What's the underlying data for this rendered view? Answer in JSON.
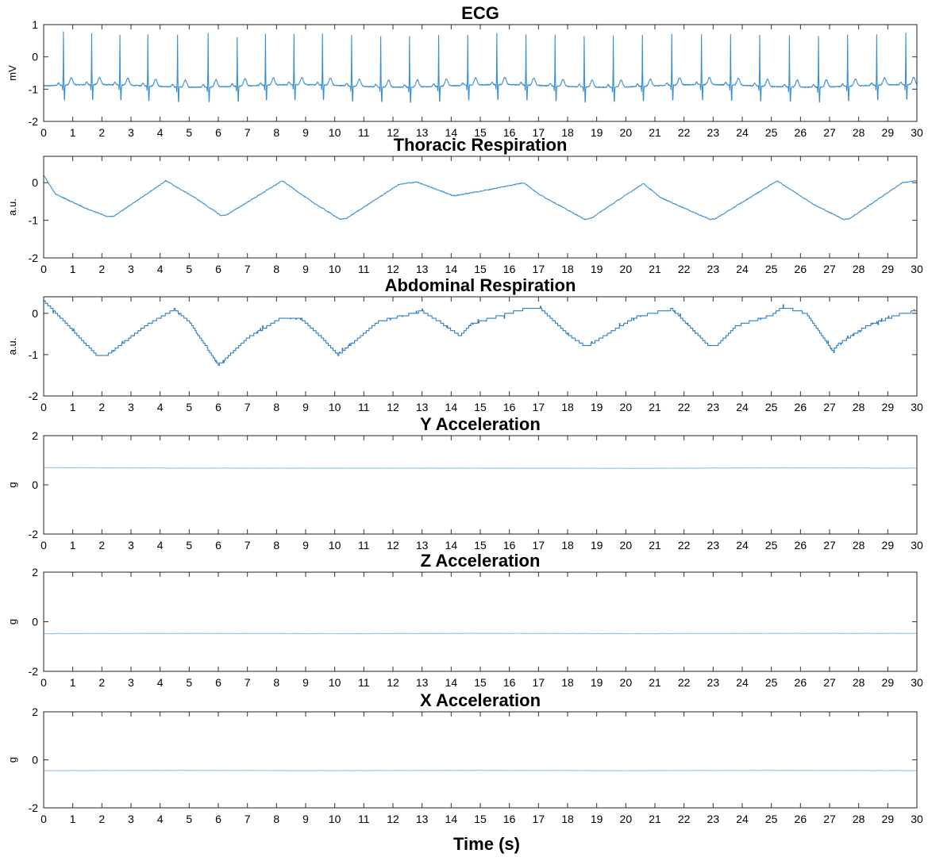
{
  "figure": {
    "xaxis_title": "Time (s)"
  },
  "chart_data": [
    {
      "type": "line",
      "title": "ECG",
      "xlabel": "",
      "ylabel": "mV",
      "xlim": [
        0,
        30
      ],
      "ylim": [
        -2,
        1
      ],
      "x_ticks": [
        0,
        1,
        2,
        3,
        4,
        5,
        6,
        7,
        8,
        9,
        10,
        11,
        12,
        13,
        14,
        15,
        16,
        17,
        18,
        19,
        20,
        21,
        22,
        23,
        24,
        25,
        26,
        27,
        28,
        29,
        30
      ],
      "y_ticks": [
        -2,
        -1,
        0,
        1
      ],
      "grid": false,
      "color": "#3a8fd0",
      "series": [
        {
          "signal": "ecg",
          "baseline": -0.9,
          "r_peak_times": [
            0.68,
            1.65,
            2.62,
            3.58,
            4.6,
            5.65,
            6.65,
            7.62,
            8.6,
            9.58,
            10.58,
            11.58,
            12.57,
            13.57,
            14.57,
            15.57,
            16.57,
            17.57,
            18.57,
            19.57,
            20.57,
            21.58,
            22.6,
            23.6,
            24.6,
            25.62,
            26.62,
            27.62,
            28.62,
            29.62
          ],
          "r_peak_values": [
            0.75,
            0.68,
            0.66,
            0.7,
            0.72,
            0.78,
            0.6,
            0.68,
            0.65,
            0.68,
            0.66,
            0.68,
            0.66,
            0.68,
            0.66,
            0.68,
            0.67,
            0.69,
            0.66,
            0.68,
            0.68,
            0.68,
            0.67,
            0.67,
            0.68,
            0.68,
            0.68,
            0.69,
            0.68,
            0.7
          ],
          "s_trough_value": -1.5
        }
      ]
    },
    {
      "type": "line",
      "title": "Thoracic Respiration",
      "xlabel": "",
      "ylabel": "a.u.",
      "xlim": [
        0,
        30
      ],
      "ylim": [
        -2,
        0.7
      ],
      "x_ticks": [
        0,
        1,
        2,
        3,
        4,
        5,
        6,
        7,
        8,
        9,
        10,
        11,
        12,
        13,
        14,
        15,
        16,
        17,
        18,
        19,
        20,
        21,
        22,
        23,
        24,
        25,
        26,
        27,
        28,
        29,
        30
      ],
      "y_ticks": [
        -2,
        -1,
        0
      ],
      "grid": false,
      "color": "#3a8fd0",
      "series": [
        {
          "signal": "respiration",
          "x": [
            0,
            0.4,
            1.5,
            2.2,
            2.4,
            4.2,
            5.2,
            6.1,
            6.3,
            8.2,
            9.2,
            10.2,
            10.4,
            12.2,
            12.8,
            14.1,
            15.2,
            16.5,
            17.0,
            18.6,
            18.8,
            20.6,
            21.2,
            22.9,
            23.1,
            25.2,
            25.5,
            26.5,
            27.5,
            27.7,
            29.5,
            30
          ],
          "y": [
            0.2,
            -0.3,
            -0.7,
            -0.9,
            -0.9,
            0.05,
            -0.4,
            -0.88,
            -0.85,
            0.05,
            -0.5,
            -0.98,
            -0.95,
            -0.05,
            0.02,
            -0.35,
            -0.2,
            0.0,
            -0.3,
            -0.98,
            -0.95,
            -0.02,
            -0.4,
            -0.98,
            -0.95,
            0.05,
            -0.1,
            -0.6,
            -0.98,
            -0.95,
            0.0,
            0.05
          ]
        }
      ]
    },
    {
      "type": "line",
      "title": "Abdominal Respiration",
      "xlabel": "",
      "ylabel": "a.u.",
      "xlim": [
        0,
        30
      ],
      "ylim": [
        -2,
        0.4
      ],
      "x_ticks": [
        0,
        1,
        2,
        3,
        4,
        5,
        6,
        7,
        8,
        9,
        10,
        11,
        12,
        13,
        14,
        15,
        16,
        17,
        18,
        19,
        20,
        21,
        22,
        23,
        24,
        25,
        26,
        27,
        28,
        29,
        30
      ],
      "y_ticks": [
        -2,
        -1,
        0
      ],
      "grid": false,
      "color": "#2e7fc4",
      "series": [
        {
          "signal": "respiration_stepped",
          "step": 0.06,
          "x": [
            0,
            0.3,
            1.8,
            2.2,
            3.5,
            4.5,
            5.0,
            6.0,
            6.1,
            7.0,
            8.2,
            8.8,
            9.5,
            10.1,
            10.3,
            11.5,
            13.0,
            13.6,
            14.3,
            14.7,
            16.5,
            17.1,
            18.0,
            18.6,
            18.8,
            20.3,
            21.2,
            21.6,
            22.8,
            23.1,
            23.8,
            25.0,
            25.4,
            26.2,
            27.1,
            27.3,
            28.3,
            29.5,
            30
          ],
          "y": [
            0.3,
            0.1,
            -1.0,
            -1.0,
            -0.3,
            0.1,
            -0.2,
            -1.25,
            -1.2,
            -0.6,
            -0.1,
            -0.1,
            -0.55,
            -1.0,
            -0.9,
            -0.2,
            0.05,
            -0.2,
            -0.55,
            -0.25,
            0.1,
            0.1,
            -0.5,
            -0.8,
            -0.75,
            -0.1,
            0.05,
            0.1,
            -0.75,
            -0.8,
            -0.3,
            -0.05,
            0.15,
            0.0,
            -0.9,
            -0.75,
            -0.3,
            0.0,
            0.05
          ]
        }
      ]
    },
    {
      "type": "line",
      "title": "Y Acceleration",
      "xlabel": "",
      "ylabel": "g",
      "xlim": [
        0,
        30
      ],
      "ylim": [
        -2,
        2
      ],
      "x_ticks": [
        0,
        1,
        2,
        3,
        4,
        5,
        6,
        7,
        8,
        9,
        10,
        11,
        12,
        13,
        14,
        15,
        16,
        17,
        18,
        19,
        20,
        21,
        22,
        23,
        24,
        25,
        26,
        27,
        28,
        29,
        30
      ],
      "y_ticks": [
        -2,
        0,
        2
      ],
      "grid": false,
      "color": "#8fc3e8",
      "series": [
        {
          "signal": "flat",
          "x": [
            0,
            5,
            10,
            15,
            20,
            25,
            30
          ],
          "y": [
            0.7,
            0.68,
            0.68,
            0.68,
            0.67,
            0.69,
            0.68
          ]
        }
      ]
    },
    {
      "type": "line",
      "title": "Z Acceleration",
      "xlabel": "",
      "ylabel": "g",
      "xlim": [
        0,
        30
      ],
      "ylim": [
        -2,
        2
      ],
      "x_ticks": [
        0,
        1,
        2,
        3,
        4,
        5,
        6,
        7,
        8,
        9,
        10,
        11,
        12,
        13,
        14,
        15,
        16,
        17,
        18,
        19,
        20,
        21,
        22,
        23,
        24,
        25,
        26,
        27,
        28,
        29,
        30
      ],
      "y_ticks": [
        -2,
        0,
        2
      ],
      "grid": false,
      "color": "#8fc3e8",
      "series": [
        {
          "signal": "flat",
          "x": [
            0,
            5,
            10,
            15,
            20,
            25,
            30
          ],
          "y": [
            -0.48,
            -0.47,
            -0.48,
            -0.47,
            -0.48,
            -0.47,
            -0.47
          ]
        }
      ]
    },
    {
      "type": "line",
      "title": "X Acceleration",
      "xlabel": "",
      "ylabel": "g",
      "xlim": [
        0,
        30
      ],
      "ylim": [
        -2,
        2
      ],
      "x_ticks": [
        0,
        1,
        2,
        3,
        4,
        5,
        6,
        7,
        8,
        9,
        10,
        11,
        12,
        13,
        14,
        15,
        16,
        17,
        18,
        19,
        20,
        21,
        22,
        23,
        24,
        25,
        26,
        27,
        28,
        29,
        30
      ],
      "y_ticks": [
        -2,
        0,
        2
      ],
      "grid": false,
      "color": "#8fc3e8",
      "series": [
        {
          "signal": "flat",
          "x": [
            0,
            5,
            10,
            15,
            20,
            25,
            30
          ],
          "y": [
            -0.45,
            -0.44,
            -0.45,
            -0.44,
            -0.45,
            -0.44,
            -0.45
          ]
        }
      ]
    }
  ]
}
